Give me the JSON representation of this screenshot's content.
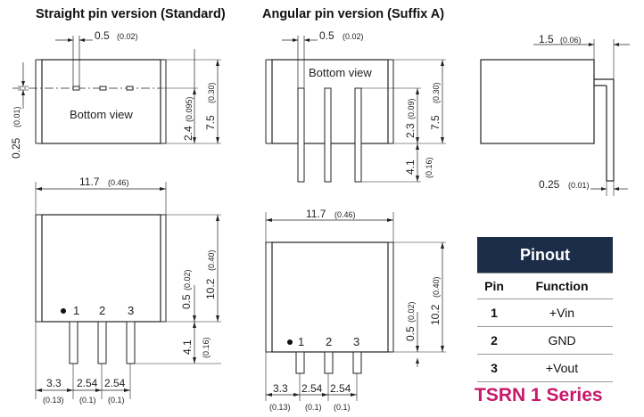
{
  "titles": {
    "straight": "Straight pin version (Standard)",
    "angular": "Angular pin version (Suffix A)"
  },
  "labels": {
    "bottom_view": "Bottom view"
  },
  "dimensions": {
    "d_0_5": "0.5",
    "d_0_5_in": "(0.02)",
    "d_7_5": "7.5",
    "d_7_5_in": "(0.30)",
    "d_2_4": "2.4",
    "d_2_4_in": "(0.095)",
    "d_0_25": "0.25",
    "d_0_25_in": "(0.01)",
    "d_2_3": "2.3",
    "d_2_3_in": "(0.09)",
    "d_4_1": "4.1",
    "d_4_1_in": "(0.16)",
    "d_1_5": "1.5",
    "d_1_5_in": "(0.06)",
    "d_11_7": "11.7",
    "d_11_7_in": "(0.46)",
    "d_10_2": "10.2",
    "d_10_2_in": "(0.40)",
    "d_3_3": "3.3",
    "d_3_3_in": "(0.13)",
    "d_2_54": "2.54",
    "d_2_54_in": "(0.1)"
  },
  "pin_numbers": [
    "1",
    "2",
    "3"
  ],
  "pinout": {
    "title": "Pinout",
    "col_pin": "Pin",
    "col_function": "Function",
    "rows": [
      {
        "pin": "1",
        "function": "+Vin"
      },
      {
        "pin": "2",
        "function": "GND"
      },
      {
        "pin": "3",
        "function": "+Vout"
      }
    ]
  },
  "series": "TSRN 1 Series"
}
